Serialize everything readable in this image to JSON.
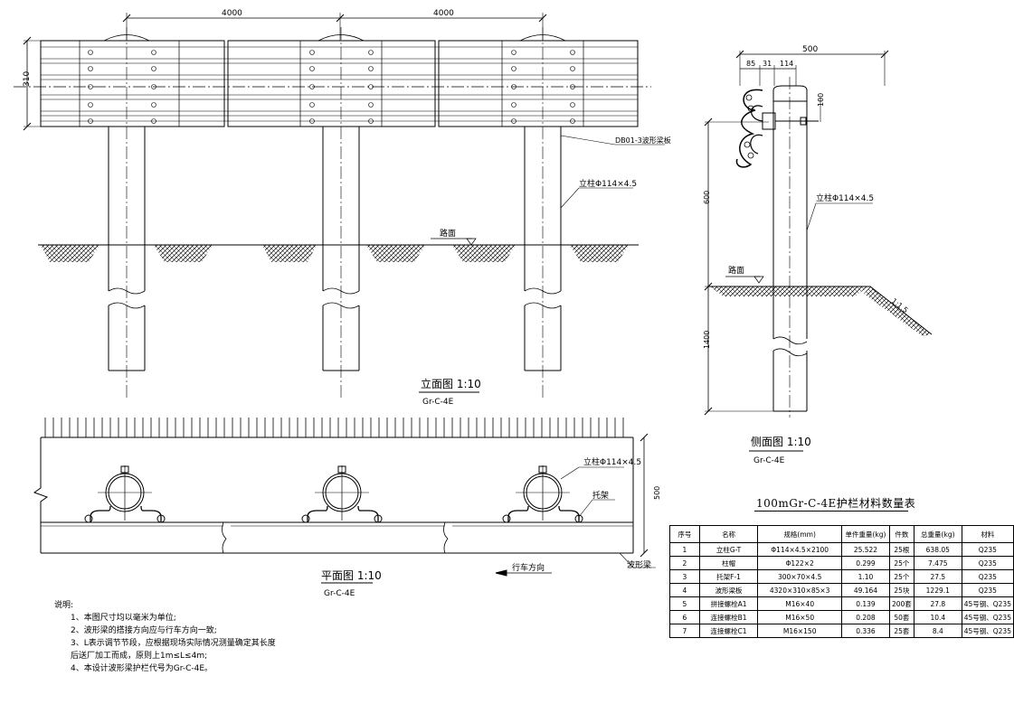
{
  "elevation": {
    "dim_span_1": "4000",
    "dim_span_2": "4000",
    "dim_height": "310",
    "label_beam": "DB01-3波形梁板",
    "label_post": "立柱Φ114×4.5",
    "label_road": "路面",
    "title": "立面图 1:10",
    "code": "Gr-C-4E"
  },
  "side": {
    "dim_total": "500",
    "dim_a": "85",
    "dim_b": "31",
    "dim_c": "114",
    "dim_d": "100",
    "dim_above": "600",
    "dim_below": "1400",
    "label_post": "立柱Φ114×4.5",
    "label_road": "路面",
    "slope": "1:1.5",
    "title": "侧面图 1:10",
    "code": "Gr-C-4E"
  },
  "plan": {
    "label_post": "立柱Φ114×4.5",
    "label_bracket": "托架",
    "label_beam": "波形梁",
    "dim_width": "500",
    "direction": "行车方向",
    "title": "平面图 1:10",
    "code": "Gr-C-4E"
  },
  "notes": {
    "heading": "说明:",
    "items": [
      "1、本图尺寸均以毫米为单位;",
      "2、波形梁的搭接方向应与行车方向一致;",
      "3、L表示调节节段，应根据现场实际情况测量确定其长度",
      "后送厂加工而成，原则上1m≤L≤4m;",
      "4、本设计波形梁护栏代号为Gr-C-4E。"
    ]
  },
  "table": {
    "title": "100mGr-C-4E护栏材料数量表",
    "headers": [
      "序号",
      "名称",
      "规格(mm)",
      "单件重量(kg)",
      "件数",
      "总重量(kg)",
      "材料"
    ],
    "rows": [
      [
        "1",
        "立柱G-T",
        "Φ114×4.5×2100",
        "25.522",
        "25根",
        "638.05",
        "Q235"
      ],
      [
        "2",
        "柱帽",
        "Φ122×2",
        "0.299",
        "25个",
        "7.475",
        "Q235"
      ],
      [
        "3",
        "托架F-1",
        "300×70×4.5",
        "1.10",
        "25个",
        "27.5",
        "Q235"
      ],
      [
        "4",
        "波形梁板",
        "4320×310×85×3",
        "49.164",
        "25块",
        "1229.1",
        "Q235"
      ],
      [
        "5",
        "拼接螺栓A1",
        "M16×40",
        "0.139",
        "200套",
        "27.8",
        "45号钢、Q235"
      ],
      [
        "6",
        "连接螺栓B1",
        "M16×50",
        "0.208",
        "50套",
        "10.4",
        "45号钢、Q235"
      ],
      [
        "7",
        "连接螺栓C1",
        "M16×150",
        "0.336",
        "25套",
        "8.4",
        "45号钢、Q235"
      ]
    ]
  }
}
